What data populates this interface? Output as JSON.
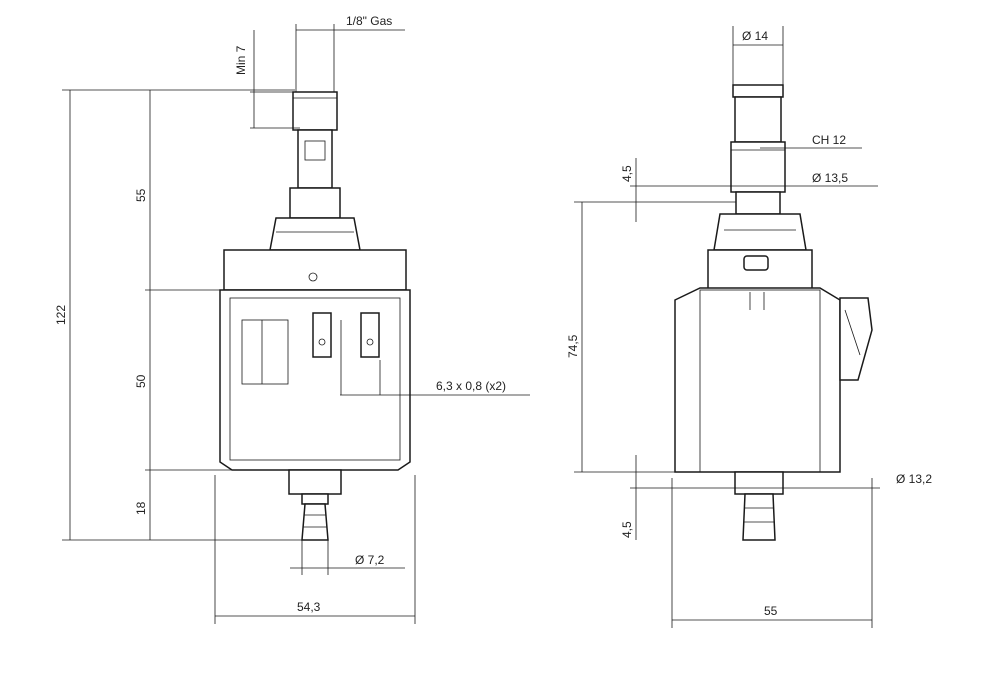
{
  "front_view": {
    "thread": "1/8\" Gas",
    "min_depth": "Min 7",
    "height_total": "122",
    "height_top": "55",
    "height_coil": "50",
    "height_outlet": "18",
    "terminals": "6,3  x 0,8 (x2)",
    "outlet_diameter": "Ø 7,2",
    "width": "54,3"
  },
  "side_view": {
    "top_diameter": "Ø  14",
    "hex_size": "CH  12",
    "upper_gap": "4,5",
    "collar_diameter": "Ø  13,5",
    "body_height": "74,5",
    "bottom_diameter": "Ø  13,2",
    "lower_gap": "4,5",
    "width": "55"
  }
}
